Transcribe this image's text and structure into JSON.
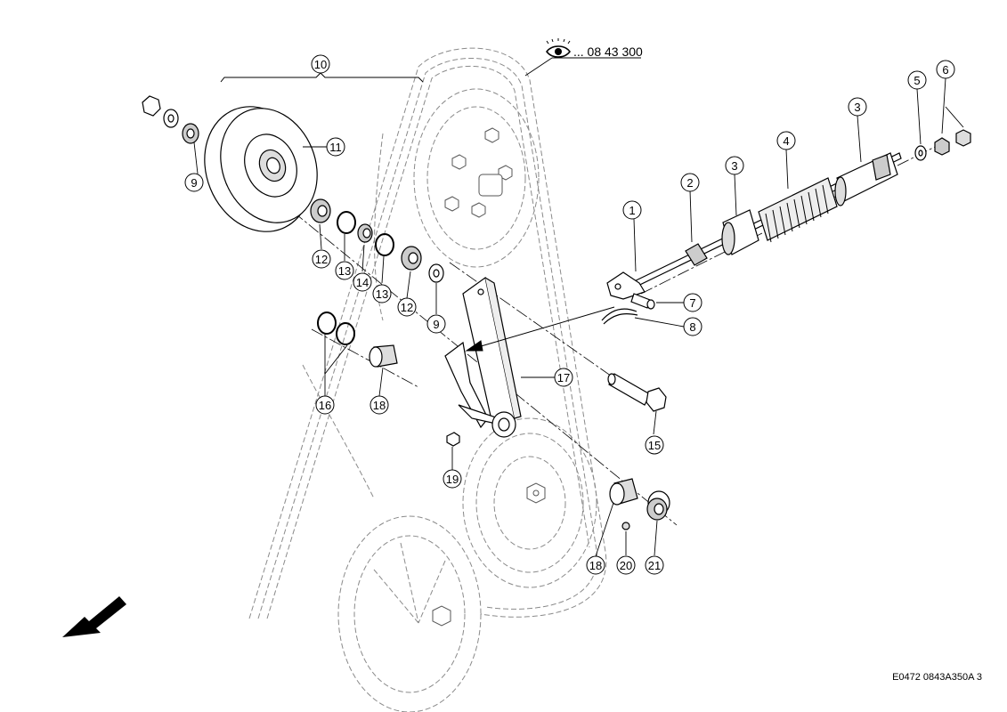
{
  "reference": {
    "text": "... 08 43 300",
    "icon": "eye-icon"
  },
  "figure_code": "E0472 0843A350A 3",
  "direction_arrow": "travel-direction-arrow-icon",
  "callouts": {
    "c1": "1",
    "c2": "2",
    "c3a": "3",
    "c3b": "3",
    "c4": "4",
    "c5": "5",
    "c6": "6",
    "c7": "7",
    "c8": "8",
    "c9a": "9",
    "c9b": "9",
    "c10": "10",
    "c11": "11",
    "c12a": "12",
    "c12b": "12",
    "c13a": "13",
    "c13b": "13",
    "c14": "14",
    "c15": "15",
    "c16": "16",
    "c17": "17",
    "c18a": "18",
    "c18b": "18",
    "c19": "19",
    "c20": "20",
    "c21": "21"
  }
}
